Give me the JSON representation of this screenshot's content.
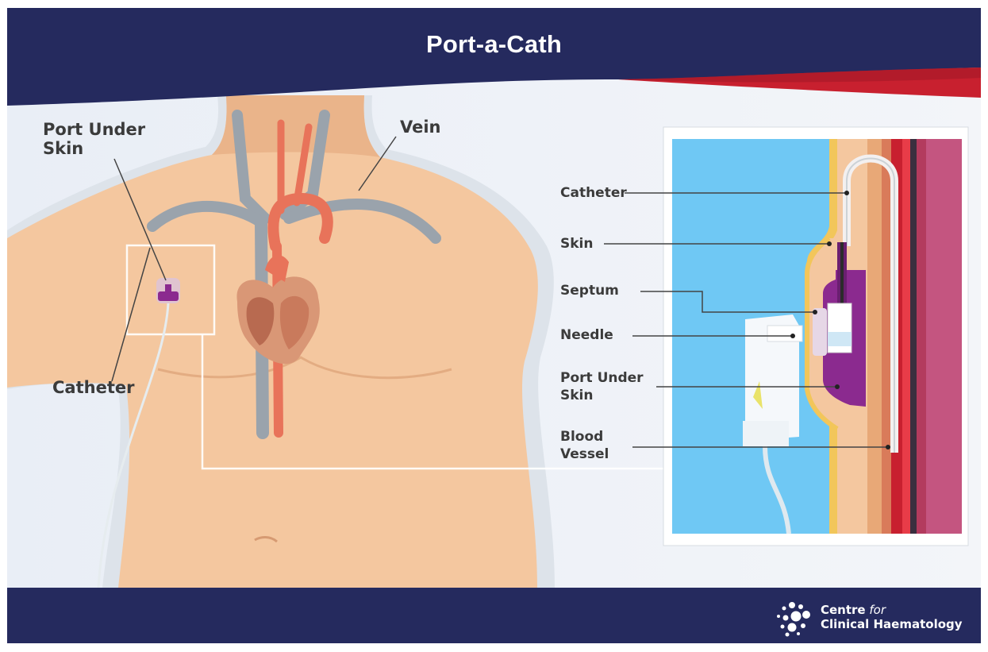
{
  "title": "Port-a-Cath",
  "left_labels": {
    "port_under_skin": "Port Under\nSkin",
    "vein": "Vein",
    "catheter": "Catheter"
  },
  "inset_labels": {
    "catheter": "Catheter",
    "skin": "Skin",
    "septum": "Septum",
    "needle": "Needle",
    "port_under_skin": "Port Under\nSkin",
    "blood_vessel": "Blood\nVessel"
  },
  "logo": {
    "line1_main": "Centre",
    "line1_for": "for",
    "line2": "Clinical Haematology"
  },
  "colors": {
    "navy": "#252a5e",
    "red_accent": "#c8202f",
    "skin": "#f4c79f",
    "vein_grey": "#9aa3ac",
    "artery_red": "#e8735a",
    "port_purple": "#8b2a8f",
    "water_blue": "#6fc8f4"
  }
}
